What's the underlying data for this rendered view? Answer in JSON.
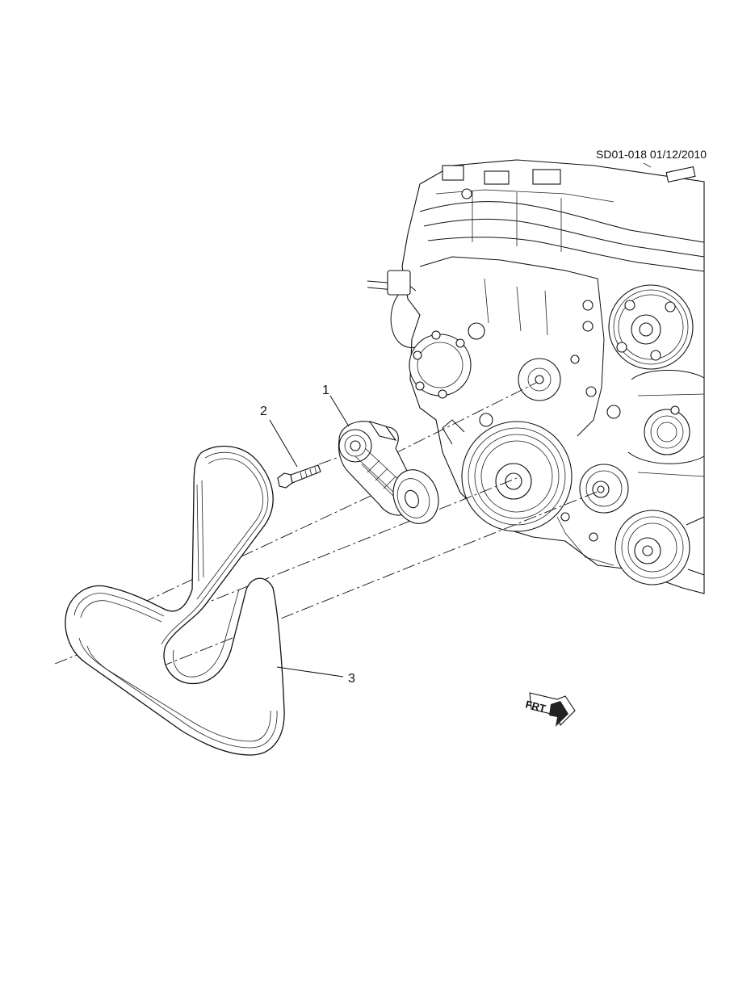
{
  "drawing": {
    "stamp": "SD01-018 01/12/2010",
    "callouts": [
      {
        "id": "tensioner",
        "label": "1"
      },
      {
        "id": "bolt",
        "label": "2"
      },
      {
        "id": "belt",
        "label": "3"
      }
    ],
    "front_indicator": "FRT"
  },
  "colors": {
    "ink": "#111111",
    "background": "#ffffff",
    "arrow": "#222222"
  }
}
